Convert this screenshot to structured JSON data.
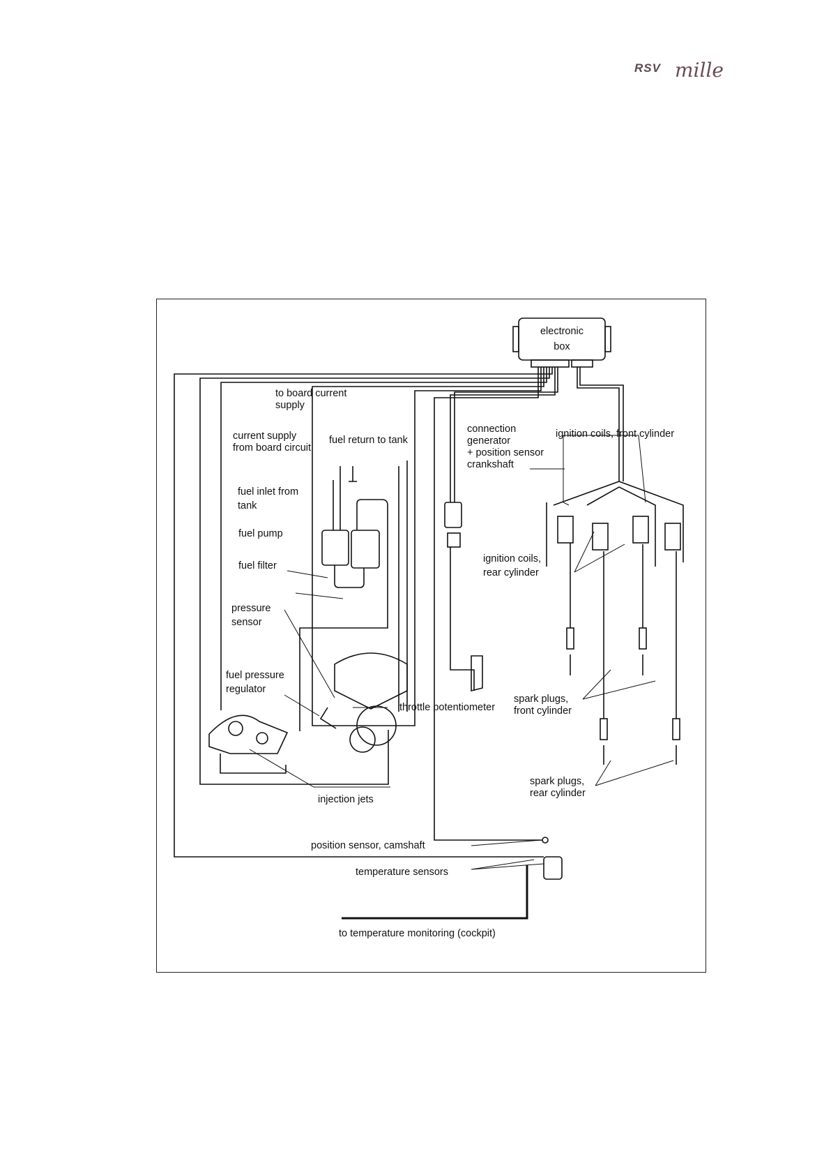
{
  "header": {
    "logo_rsv": "RSV",
    "logo_mille": "mille"
  },
  "diagram": {
    "electronic_box": [
      "electronic",
      "box"
    ],
    "labels": {
      "board_current_supply": [
        "to board current",
        "supply"
      ],
      "current_supply_board": [
        "current supply",
        "from board circuit"
      ],
      "fuel_return": "fuel return to tank",
      "fuel_inlet": [
        "fuel  inlet  from",
        "tank"
      ],
      "fuel_pump": "fuel pump",
      "fuel_filter": "fuel filter",
      "pressure_sensor": [
        "pressure",
        "sensor"
      ],
      "fuel_pressure_regulator": [
        "fuel pressure",
        "regulator"
      ],
      "throttle_potentiometer": "throttle potentiometer",
      "injection_jets": "injection jets",
      "connection_generator": [
        "connection",
        "generator",
        "+ position sensor",
        "crankshaft"
      ],
      "ignition_front": "ignition coils, front cylinder",
      "ignition_rear": [
        "ignition coils,",
        "rear cylinder"
      ],
      "spark_front": [
        "spark  plugs,",
        "front cylinder"
      ],
      "spark_rear": [
        "spark  plugs,",
        "rear cylinder"
      ],
      "position_camshaft": "position sensor, camshaft",
      "temperature_sensors": "temperature sensors",
      "temperature_monitoring": "to temperature monitoring (cockpit)"
    }
  }
}
